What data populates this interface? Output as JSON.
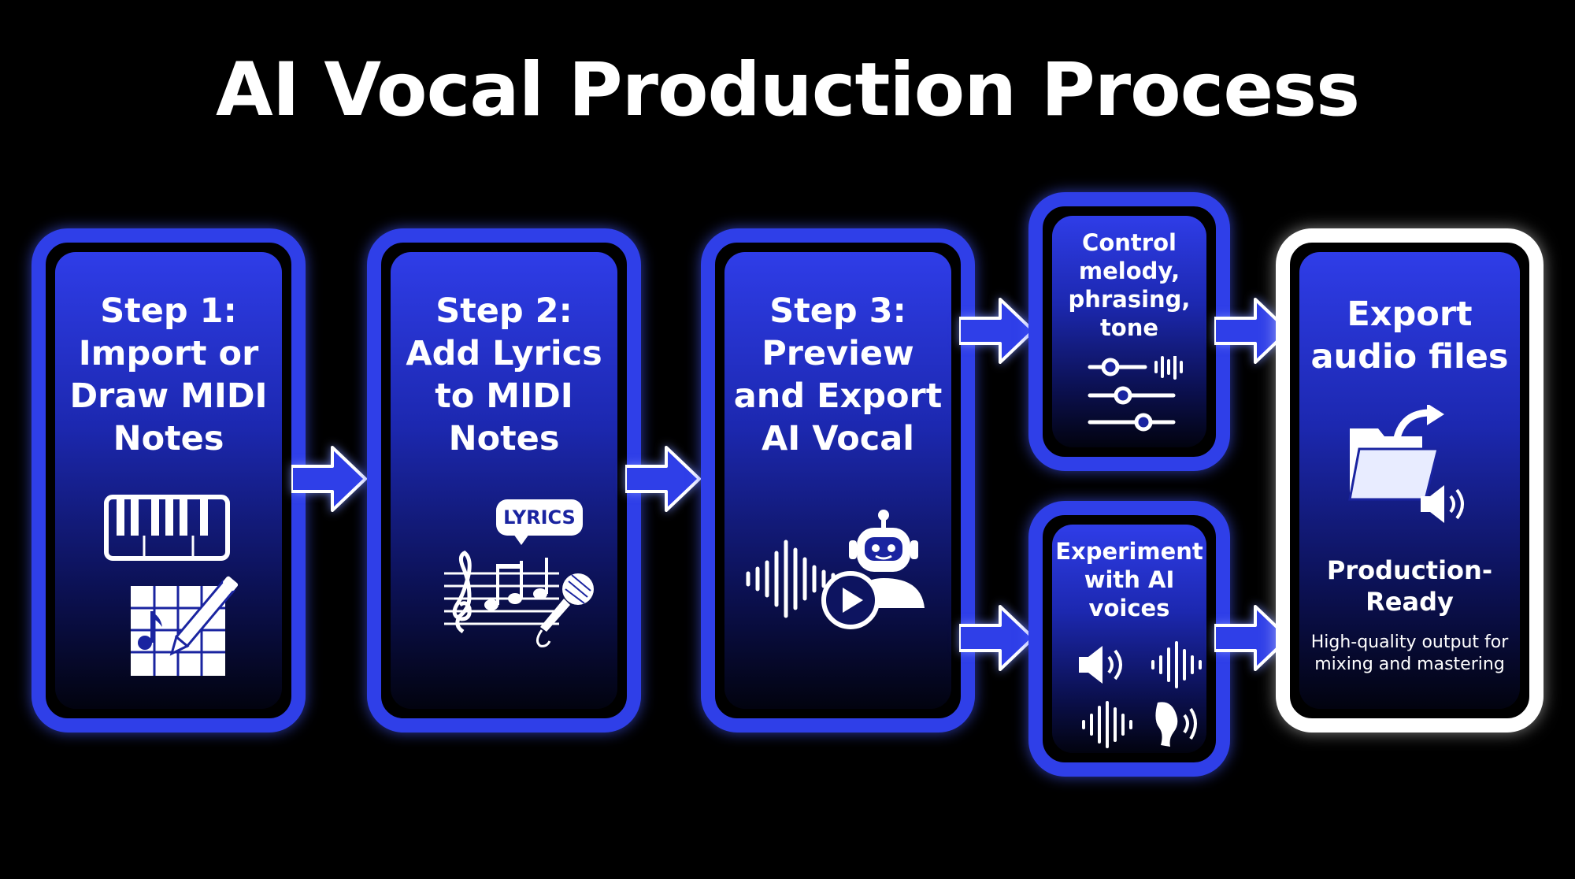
{
  "title": "AI Vocal Production Process",
  "steps": [
    {
      "label": "Step 1:\nImport or\nDraw MIDI\nNotes"
    },
    {
      "label": "Step 2:\nAdd Lyrics\nto MIDI\nNotes",
      "icon_text": "LYRICS"
    },
    {
      "label": "Step 3:\nPreview\nand Export\nAI Vocal"
    }
  ],
  "branches": [
    {
      "label": "Control\nmelody,\nphrasing,\ntone"
    },
    {
      "label": "Experiment\nwith AI\nvoices"
    }
  ],
  "final": {
    "title": "Export\naudio files",
    "subtitle": "Production-\nReady",
    "note": "High-quality output for\nmixing and mastering"
  },
  "colors": {
    "background": "#000000",
    "accent": "#2f3fe8",
    "text": "#ffffff",
    "final_border": "#ffffff"
  },
  "icons": [
    "piano-keyboard-icon",
    "midi-grid-pencil-icon",
    "lyrics-speech-bubble-icon",
    "music-staff-notes-icon",
    "microphone-icon",
    "waveform-icon",
    "robot-icon",
    "play-button-icon",
    "sliders-icon",
    "speaker-icon",
    "voice-waveform-icon",
    "face-voice-icon",
    "folder-export-icon",
    "speaker-icon"
  ]
}
